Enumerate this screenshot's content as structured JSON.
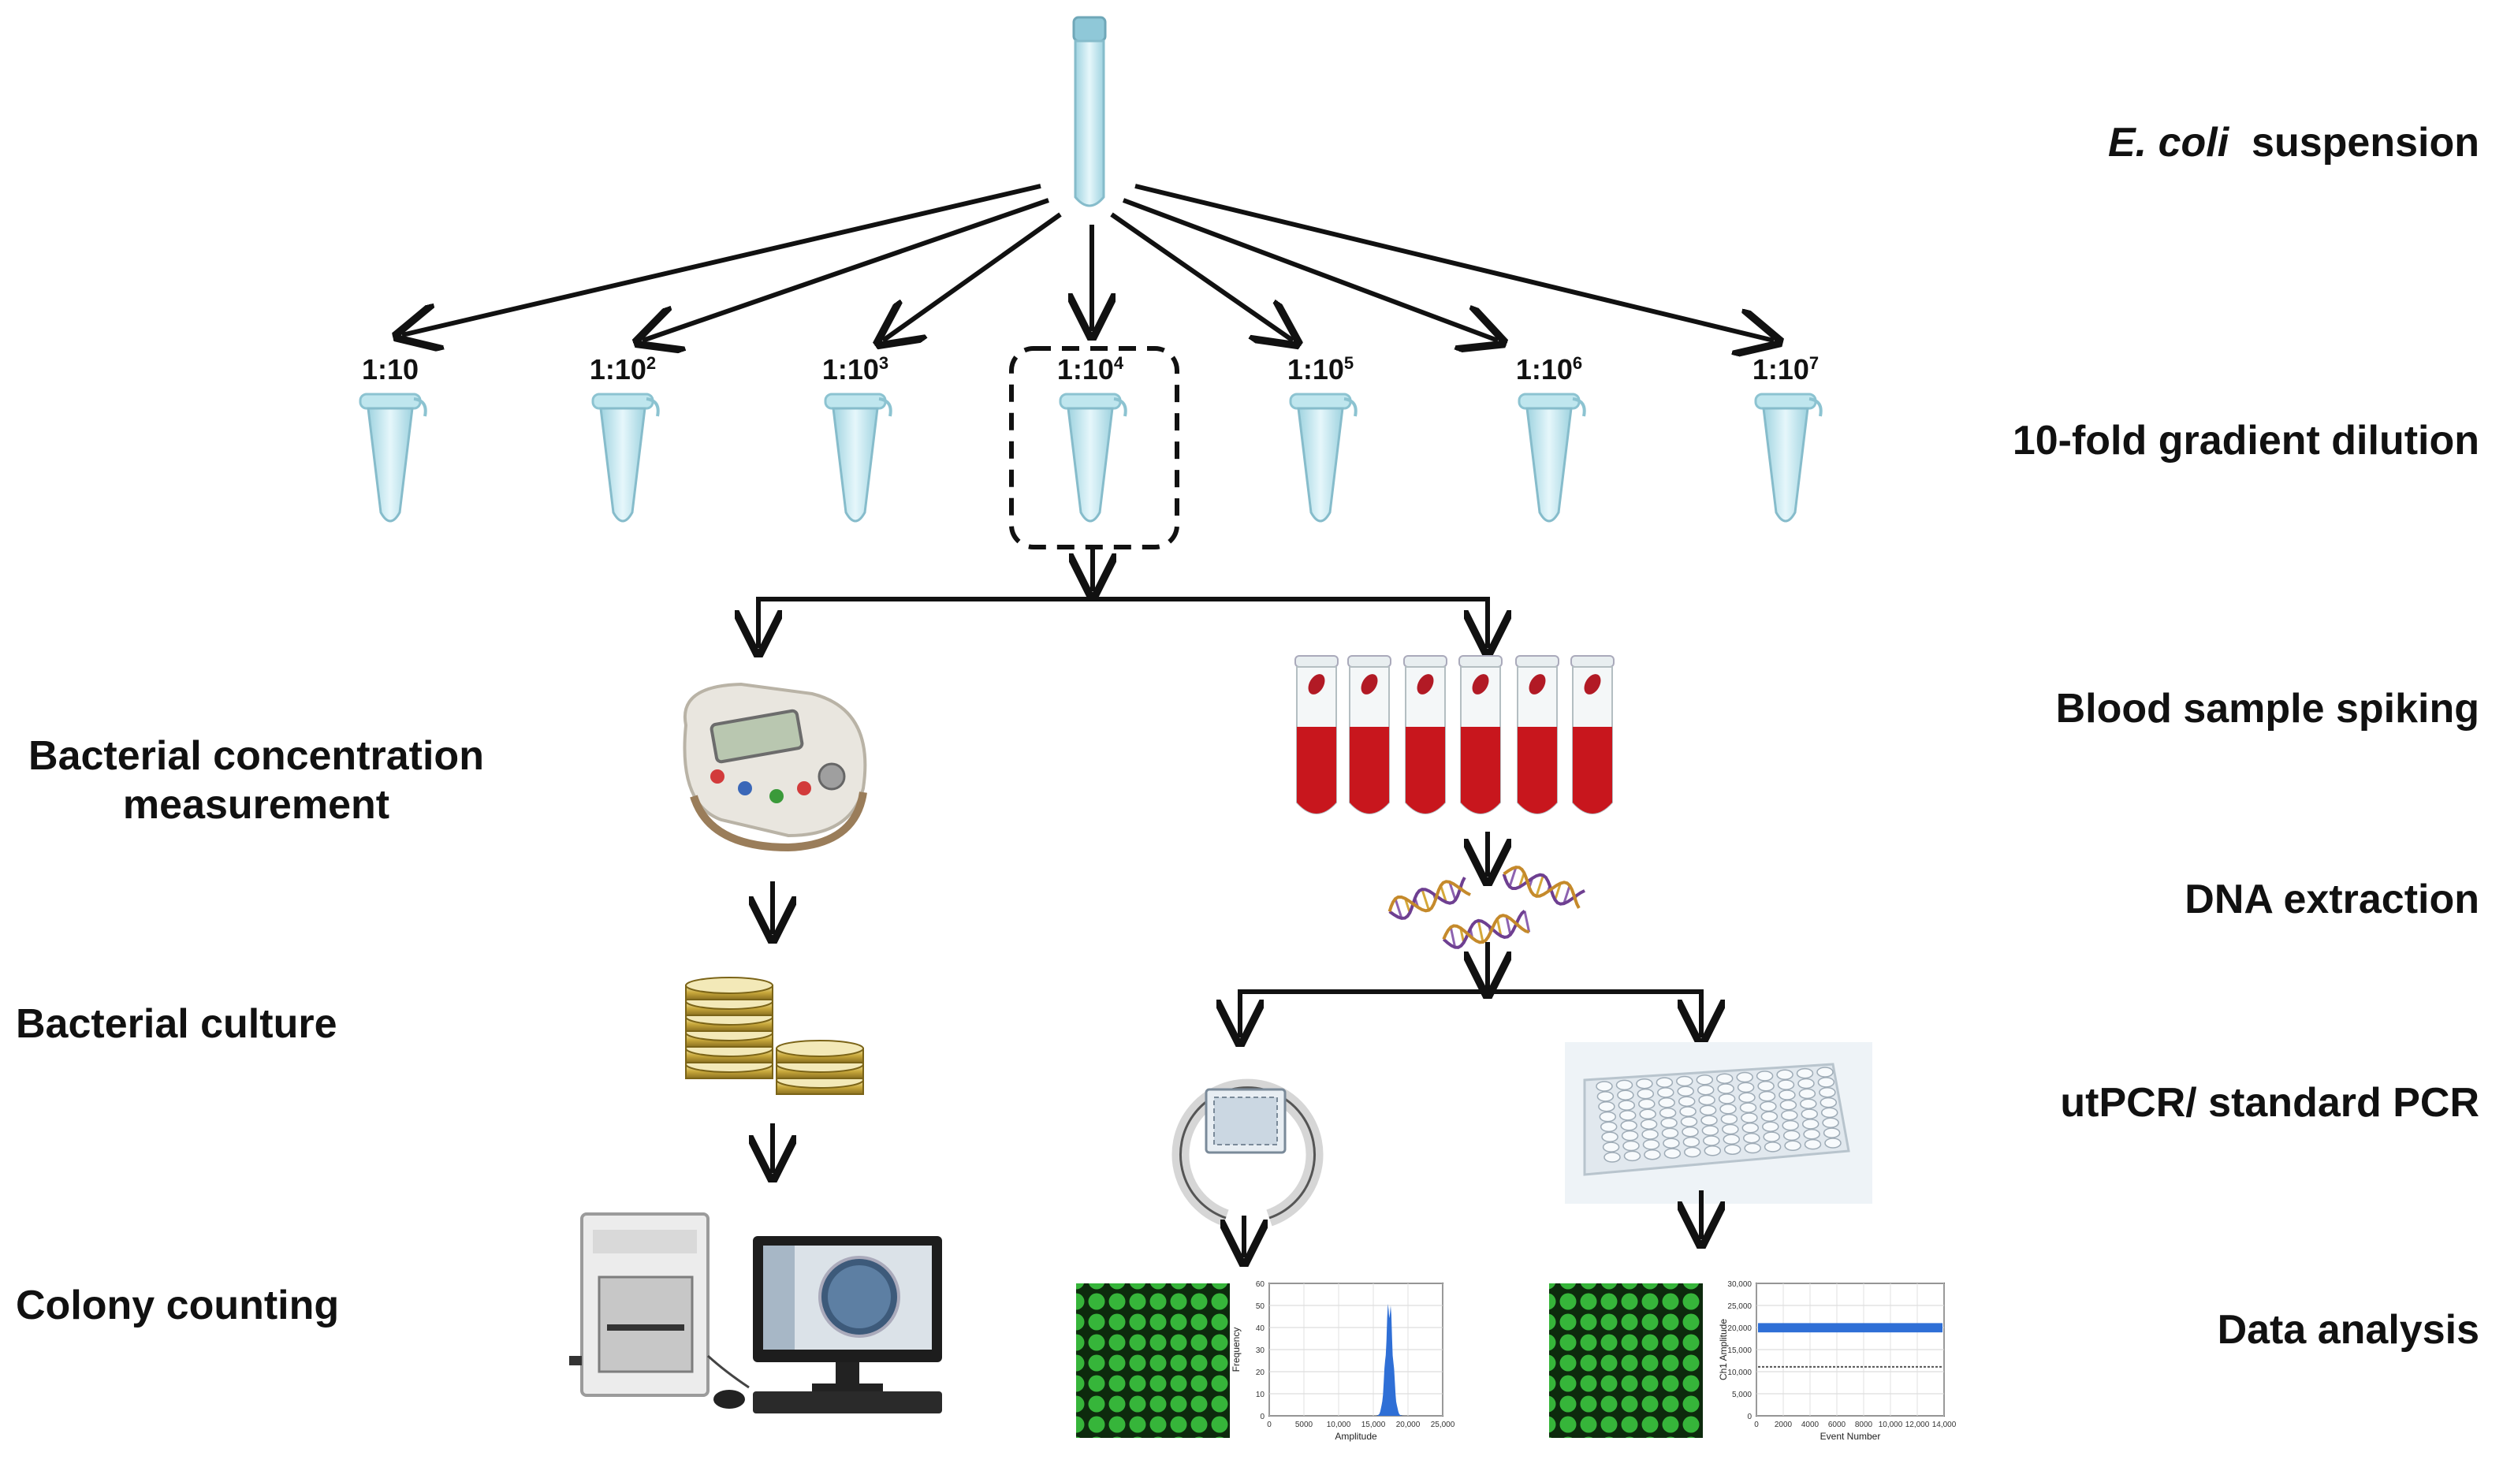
{
  "stages": {
    "suspension_species": "E. coli",
    "suspension_rest": "suspension",
    "dilution": "10-fold gradient dilution",
    "spiking": "Blood sample spiking",
    "extraction": "DNA extraction",
    "pcr": "utPCR/ standard PCR",
    "analysis": "Data analysis"
  },
  "left_branch": {
    "measurement_line1": "Bacterial concentration",
    "measurement_line2": "measurement",
    "culture": "Bacterial  culture",
    "counting": "Colony counting"
  },
  "dilutions": [
    {
      "base": "1:10",
      "exp": ""
    },
    {
      "base": "1:10",
      "exp": "2"
    },
    {
      "base": "1:10",
      "exp": "3"
    },
    {
      "base": "1:10",
      "exp": "4"
    },
    {
      "base": "1:10",
      "exp": "5"
    },
    {
      "base": "1:10",
      "exp": "6"
    },
    {
      "base": "1:10",
      "exp": "7"
    }
  ],
  "hist_chart": {
    "ylabel": "Frequency",
    "xlabel": "Amplitude",
    "yticks": [
      "0",
      "10",
      "20",
      "30",
      "40",
      "50",
      "60"
    ],
    "xticks": [
      "0",
      "5000",
      "10,000",
      "15,000",
      "20,000",
      "25,000"
    ]
  },
  "scatter_chart": {
    "ylabel": "Ch1 Amplitude",
    "xlabel": "Event Number",
    "yticks": [
      "0",
      "5,000",
      "10,000",
      "15,000",
      "20,000",
      "25,000",
      "30,000"
    ],
    "xticks": [
      "0",
      "2000",
      "4000",
      "6000",
      "8000",
      "10,000",
      "12,000",
      "14,000"
    ]
  },
  "colors": {
    "blood": "#c8161d",
    "tube": "#bfe6ee",
    "droplet": "#36b53a",
    "signal": "#2f6fd6"
  }
}
